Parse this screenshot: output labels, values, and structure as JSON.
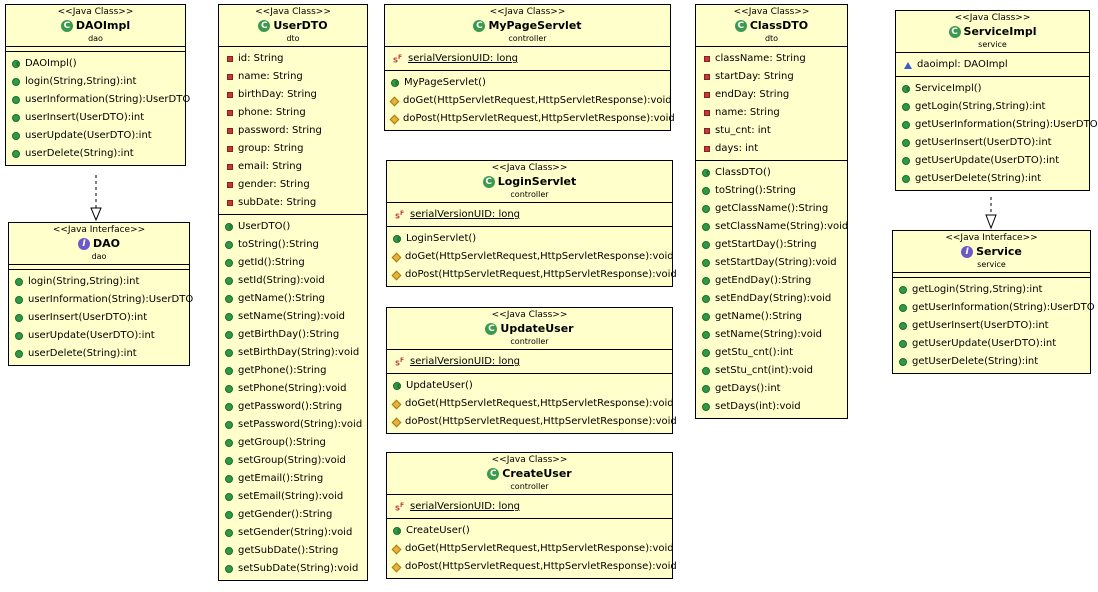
{
  "classes": [
    {
      "id": "daoimpl",
      "stereotype": "<<Java Class>>",
      "name": "DAOImpl",
      "kind": "class",
      "package": "dao",
      "fields": [],
      "methods": [
        {
          "text": "DAOImpl()",
          "icon": "constructor-icon"
        },
        {
          "text": "login(String,String):int",
          "icon": "public-method-icon"
        },
        {
          "text": "userInformation(String):UserDTO",
          "icon": "public-method-icon"
        },
        {
          "text": "userInsert(UserDTO):int",
          "icon": "public-method-icon"
        },
        {
          "text": "userUpdate(UserDTO):int",
          "icon": "public-method-icon"
        },
        {
          "text": "userDelete(String):int",
          "icon": "public-method-icon"
        }
      ]
    },
    {
      "id": "dao",
      "stereotype": "<<Java Interface>>",
      "name": "DAO",
      "kind": "interface",
      "package": "dao",
      "fields": [],
      "methods": [
        {
          "text": "login(String,String):int",
          "icon": "public-method-icon"
        },
        {
          "text": "userInformation(String):UserDTO",
          "icon": "public-method-icon"
        },
        {
          "text": "userInsert(UserDTO):int",
          "icon": "public-method-icon"
        },
        {
          "text": "userUpdate(UserDTO):int",
          "icon": "public-method-icon"
        },
        {
          "text": "userDelete(String):int",
          "icon": "public-method-icon"
        }
      ]
    },
    {
      "id": "userdto",
      "stereotype": "<<Java Class>>",
      "name": "UserDTO",
      "kind": "class",
      "package": "dto",
      "fields": [
        {
          "text": "id: String",
          "icon": "private-field-icon"
        },
        {
          "text": "name: String",
          "icon": "private-field-icon"
        },
        {
          "text": "birthDay: String",
          "icon": "private-field-icon"
        },
        {
          "text": "phone: String",
          "icon": "private-field-icon"
        },
        {
          "text": "password: String",
          "icon": "private-field-icon"
        },
        {
          "text": "group: String",
          "icon": "private-field-icon"
        },
        {
          "text": "email: String",
          "icon": "private-field-icon"
        },
        {
          "text": "gender: String",
          "icon": "private-field-icon"
        },
        {
          "text": "subDate: String",
          "icon": "private-field-icon"
        }
      ],
      "methods": [
        {
          "text": "UserDTO()",
          "icon": "constructor-icon"
        },
        {
          "text": "toString():String",
          "icon": "public-method-icon"
        },
        {
          "text": "getId():String",
          "icon": "public-method-icon"
        },
        {
          "text": "setId(String):void",
          "icon": "public-method-icon"
        },
        {
          "text": "getName():String",
          "icon": "public-method-icon"
        },
        {
          "text": "setName(String):void",
          "icon": "public-method-icon"
        },
        {
          "text": "getBirthDay():String",
          "icon": "public-method-icon"
        },
        {
          "text": "setBirthDay(String):void",
          "icon": "public-method-icon"
        },
        {
          "text": "getPhone():String",
          "icon": "public-method-icon"
        },
        {
          "text": "setPhone(String):void",
          "icon": "public-method-icon"
        },
        {
          "text": "getPassword():String",
          "icon": "public-method-icon"
        },
        {
          "text": "setPassword(String):void",
          "icon": "public-method-icon"
        },
        {
          "text": "getGroup():String",
          "icon": "public-method-icon"
        },
        {
          "text": "setGroup(String):void",
          "icon": "public-method-icon"
        },
        {
          "text": "getEmail():String",
          "icon": "public-method-icon"
        },
        {
          "text": "setEmail(String):void",
          "icon": "public-method-icon"
        },
        {
          "text": "getGender():String",
          "icon": "public-method-icon"
        },
        {
          "text": "setGender(String):void",
          "icon": "public-method-icon"
        },
        {
          "text": "getSubDate():String",
          "icon": "public-method-icon"
        },
        {
          "text": "setSubDate(String):void",
          "icon": "public-method-icon"
        }
      ]
    },
    {
      "id": "mypageservlet",
      "stereotype": "<<Java Class>>",
      "name": "MyPageServlet",
      "kind": "class",
      "package": "controller",
      "fields": [
        {
          "text": "serialVersionUID: long",
          "icon": "static-final-field-icon",
          "underline": true
        }
      ],
      "methods": [
        {
          "text": "MyPageServlet()",
          "icon": "constructor-icon"
        },
        {
          "text": "doGet(HttpServletRequest,HttpServletResponse):void",
          "icon": "protected-method-icon"
        },
        {
          "text": "doPost(HttpServletRequest,HttpServletResponse):void",
          "icon": "protected-method-icon"
        }
      ]
    },
    {
      "id": "loginservlet",
      "stereotype": "<<Java Class>>",
      "name": "LoginServlet",
      "kind": "class",
      "package": "controller",
      "fields": [
        {
          "text": "serialVersionUID: long",
          "icon": "static-final-field-icon",
          "underline": true
        }
      ],
      "methods": [
        {
          "text": "LoginServlet()",
          "icon": "constructor-icon"
        },
        {
          "text": "doGet(HttpServletRequest,HttpServletResponse):void",
          "icon": "protected-method-icon"
        },
        {
          "text": "doPost(HttpServletRequest,HttpServletResponse):void",
          "icon": "protected-method-icon"
        }
      ]
    },
    {
      "id": "updateuser",
      "stereotype": "<<Java Class>>",
      "name": "UpdateUser",
      "kind": "class",
      "package": "controller",
      "fields": [
        {
          "text": "serialVersionUID: long",
          "icon": "static-final-field-icon",
          "underline": true
        }
      ],
      "methods": [
        {
          "text": "UpdateUser()",
          "icon": "constructor-icon"
        },
        {
          "text": "doGet(HttpServletRequest,HttpServletResponse):void",
          "icon": "protected-method-icon"
        },
        {
          "text": "doPost(HttpServletRequest,HttpServletResponse):void",
          "icon": "protected-method-icon"
        }
      ]
    },
    {
      "id": "createuser",
      "stereotype": "<<Java Class>>",
      "name": "CreateUser",
      "kind": "class",
      "package": "controller",
      "fields": [
        {
          "text": "serialVersionUID: long",
          "icon": "static-final-field-icon",
          "underline": true
        }
      ],
      "methods": [
        {
          "text": "CreateUser()",
          "icon": "constructor-icon"
        },
        {
          "text": "doGet(HttpServletRequest,HttpServletResponse):void",
          "icon": "protected-method-icon"
        },
        {
          "text": "doPost(HttpServletRequest,HttpServletResponse):void",
          "icon": "protected-method-icon"
        }
      ]
    },
    {
      "id": "classdto",
      "stereotype": "<<Java Class>>",
      "name": "ClassDTO",
      "kind": "class",
      "package": "dto",
      "fields": [
        {
          "text": "className: String",
          "icon": "private-field-icon"
        },
        {
          "text": "startDay: String",
          "icon": "private-field-icon"
        },
        {
          "text": "endDay: String",
          "icon": "private-field-icon"
        },
        {
          "text": "name: String",
          "icon": "private-field-icon"
        },
        {
          "text": "stu_cnt: int",
          "icon": "private-field-icon"
        },
        {
          "text": "days: int",
          "icon": "private-field-icon"
        }
      ],
      "methods": [
        {
          "text": "ClassDTO()",
          "icon": "constructor-icon"
        },
        {
          "text": "toString():String",
          "icon": "public-method-icon"
        },
        {
          "text": "getClassName():String",
          "icon": "public-method-icon"
        },
        {
          "text": "setClassName(String):void",
          "icon": "public-method-icon"
        },
        {
          "text": "getStartDay():String",
          "icon": "public-method-icon"
        },
        {
          "text": "setStartDay(String):void",
          "icon": "public-method-icon"
        },
        {
          "text": "getEndDay():String",
          "icon": "public-method-icon"
        },
        {
          "text": "setEndDay(String):void",
          "icon": "public-method-icon"
        },
        {
          "text": "getName():String",
          "icon": "public-method-icon"
        },
        {
          "text": "setName(String):void",
          "icon": "public-method-icon"
        },
        {
          "text": "getStu_cnt():int",
          "icon": "public-method-icon"
        },
        {
          "text": "setStu_cnt(int):void",
          "icon": "public-method-icon"
        },
        {
          "text": "getDays():int",
          "icon": "public-method-icon"
        },
        {
          "text": "setDays(int):void",
          "icon": "public-method-icon"
        }
      ]
    },
    {
      "id": "serviceimpl",
      "stereotype": "<<Java Class>>",
      "name": "ServiceImpl",
      "kind": "class",
      "package": "service",
      "fields": [
        {
          "text": "daoimpl: DAOImpl",
          "icon": "package-field-icon"
        }
      ],
      "methods": [
        {
          "text": "ServiceImpl()",
          "icon": "constructor-icon"
        },
        {
          "text": "getLogin(String,String):int",
          "icon": "public-method-icon"
        },
        {
          "text": "getUserInformation(String):UserDTO",
          "icon": "public-method-icon"
        },
        {
          "text": "getUserInsert(UserDTO):int",
          "icon": "public-method-icon"
        },
        {
          "text": "getUserUpdate(UserDTO):int",
          "icon": "public-method-icon"
        },
        {
          "text": "getUserDelete(String):int",
          "icon": "public-method-icon"
        }
      ]
    },
    {
      "id": "service",
      "stereotype": "<<Java Interface>>",
      "name": "Service",
      "kind": "interface",
      "package": "service",
      "fields": [],
      "methods": [
        {
          "text": "getLogin(String,String):int",
          "icon": "public-method-icon"
        },
        {
          "text": "getUserInformation(String):UserDTO",
          "icon": "public-method-icon"
        },
        {
          "text": "getUserInsert(UserDTO):int",
          "icon": "public-method-icon"
        },
        {
          "text": "getUserUpdate(UserDTO):int",
          "icon": "public-method-icon"
        },
        {
          "text": "getUserDelete(String):int",
          "icon": "public-method-icon"
        }
      ]
    }
  ],
  "relations": [
    {
      "from": "daoimpl",
      "to": "dao",
      "type": "realization"
    },
    {
      "from": "serviceimpl",
      "to": "service",
      "type": "realization"
    }
  ]
}
